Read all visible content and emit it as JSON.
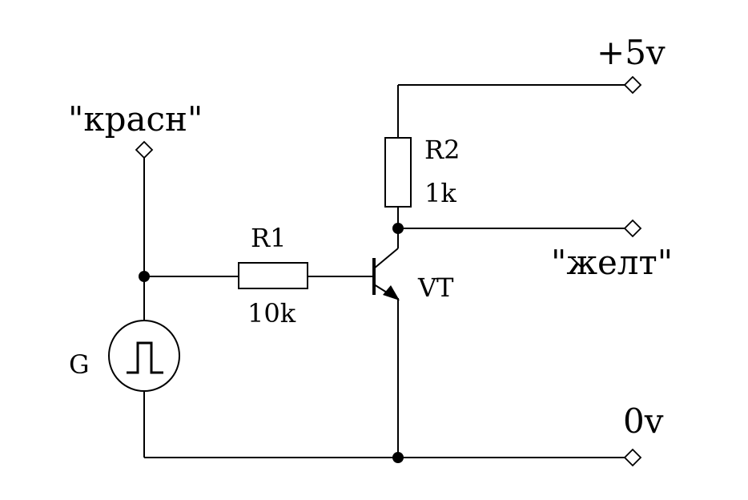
{
  "diagram": {
    "terminals": {
      "plus5v": "+5v",
      "krasn": "\"красн\"",
      "zhelt": "\"желт\"",
      "zero_v": "0v"
    },
    "components": {
      "r1": {
        "name": "R1",
        "value": "10k"
      },
      "r2": {
        "name": "R2",
        "value": "1k"
      },
      "transistor": {
        "name": "VT"
      },
      "generator": {
        "name": "G",
        "symbol": "square-pulse-icon"
      }
    },
    "colors": {
      "line": "#000000",
      "background": "#ffffff"
    }
  }
}
